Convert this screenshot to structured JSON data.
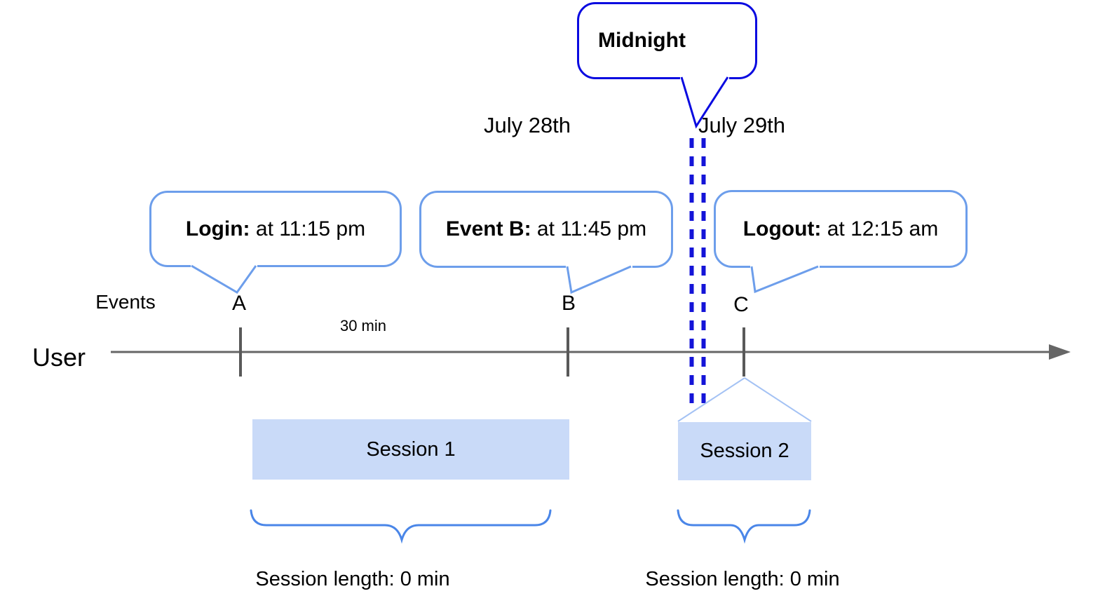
{
  "callouts": {
    "midnight": {
      "title": "Midnight"
    },
    "login": {
      "label": "Login:",
      "detail": " at 11:15 pm"
    },
    "event_b": {
      "label": "Event B:",
      "detail": " at 11:45 pm"
    },
    "logout": {
      "label": "Logout:",
      "detail": " at 12:15 am"
    }
  },
  "dates": {
    "before_midnight": "July 28th",
    "after_midnight": "July 29th"
  },
  "timeline": {
    "row_label": "User",
    "events_label": "Events",
    "interval_label": "30 min",
    "marks": {
      "a": "A",
      "b": "B",
      "c": "C"
    }
  },
  "sessions": {
    "one": {
      "label": "Session 1",
      "length": "Session length: 0 min"
    },
    "two": {
      "label": "Session 2",
      "length": "Session length: 0 min"
    }
  },
  "colors": {
    "callout_border_light": "#6d9eeb",
    "callout_border_dark": "#0a0ae0",
    "midnight_dashed_line": "#1414d8",
    "session_fill": "#c9daf8",
    "brace": "#4a86e8",
    "expand_line": "#a4c2f4",
    "timeline": "#666666",
    "tick": "#595959",
    "text": "#000000"
  }
}
